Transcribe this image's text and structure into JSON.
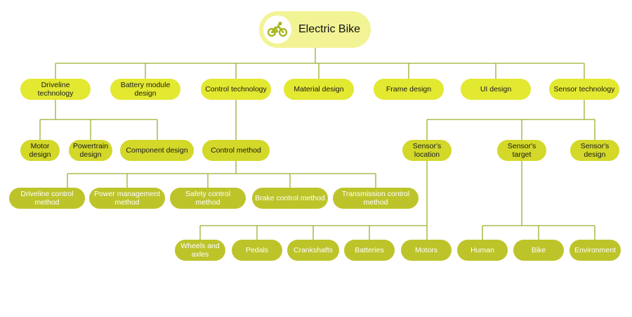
{
  "root": {
    "title": "Electric Bike",
    "icon": "bicycle-icon"
  },
  "colors": {
    "root_bg": "#f2f394",
    "level1_bg": "#e3e831",
    "level2_bg": "#d3d829",
    "level3_bg": "#bdc42a",
    "connector": "#9fae2e",
    "icon": "#a8b622"
  },
  "categories": [
    {
      "id": "driveline",
      "label": "Driveline technology"
    },
    {
      "id": "battery",
      "label": "Battery module design"
    },
    {
      "id": "control",
      "label": "Control technology"
    },
    {
      "id": "material",
      "label": "Material design"
    },
    {
      "id": "frame",
      "label": "Frame design"
    },
    {
      "id": "ui",
      "label": "UI design"
    },
    {
      "id": "sensor",
      "label": "Sensor technology"
    }
  ],
  "subcategories": [
    {
      "id": "motor",
      "label": "Motor design"
    },
    {
      "id": "powertrain",
      "label": "Powertrain design"
    },
    {
      "id": "component",
      "label": "Component design"
    },
    {
      "id": "control-method",
      "label": "Control method"
    },
    {
      "id": "sensor-location",
      "label": "Sensor's location"
    },
    {
      "id": "sensor-target",
      "label": "Sensor's target"
    },
    {
      "id": "sensor-design",
      "label": "Sensor's design"
    }
  ],
  "control_methods": [
    {
      "id": "driveline-control",
      "label": "Driveline control method"
    },
    {
      "id": "power-management",
      "label": "Power management method"
    },
    {
      "id": "safety-control",
      "label": "Safety control method"
    },
    {
      "id": "brake-control",
      "label": "Brake control method"
    },
    {
      "id": "transmission-control",
      "label": "Transmission control method"
    }
  ],
  "sensor_locations": [
    {
      "id": "wheels",
      "label": "Wheels and axles"
    },
    {
      "id": "pedals",
      "label": "Pedals"
    },
    {
      "id": "crankshafts",
      "label": "Crankshafts"
    },
    {
      "id": "batteries",
      "label": "Batteries"
    },
    {
      "id": "motors",
      "label": "Motors"
    }
  ],
  "sensor_targets": [
    {
      "id": "human",
      "label": "Human"
    },
    {
      "id": "bike",
      "label": "Bike"
    },
    {
      "id": "environment",
      "label": "Environment"
    }
  ]
}
